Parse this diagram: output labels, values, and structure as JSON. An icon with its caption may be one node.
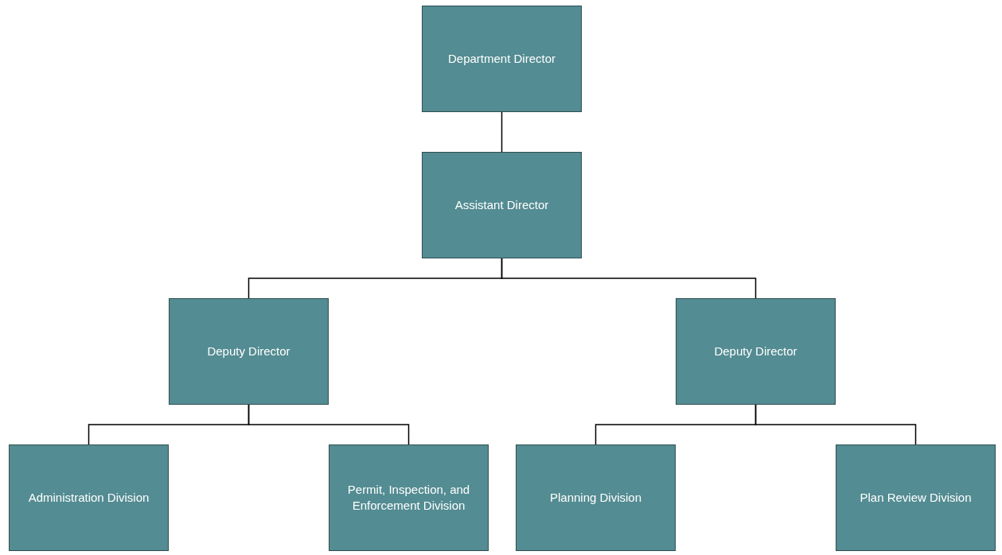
{
  "diagram": {
    "nodes": [
      {
        "text": [
          "Department Director"
        ]
      },
      {
        "text": [
          "Assistant Director"
        ]
      },
      {
        "text": [
          "Deputy Director"
        ]
      },
      {
        "text": [
          "Deputy Director"
        ]
      },
      {
        "text": [
          "Administration Division"
        ]
      },
      {
        "text": [
          "Permit, Inspection, and Enforcement Division"
        ]
      },
      {
        "text": [
          "Planning Division"
        ]
      },
      {
        "text": [
          "Plan Review Division"
        ]
      }
    ],
    "edges": [
      {
        "from": 0,
        "to": 1,
        "arrow": "none"
      },
      {
        "from": 1,
        "to": 2,
        "arrow": "none"
      },
      {
        "from": 1,
        "to": 3,
        "arrow": "none"
      },
      {
        "from": 2,
        "to": 4,
        "arrow": "none"
      },
      {
        "from": 2,
        "to": 5,
        "arrow": "none"
      },
      {
        "from": 3,
        "to": 6,
        "arrow": "none"
      },
      {
        "from": 3,
        "to": 7,
        "arrow": "none"
      }
    ]
  }
}
